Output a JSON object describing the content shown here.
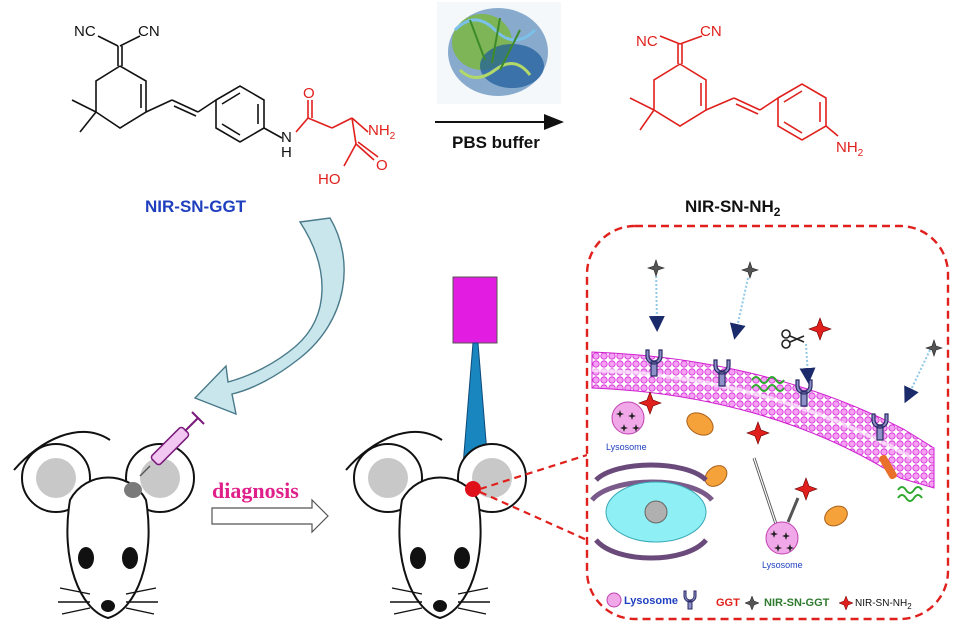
{
  "reactant": {
    "name": "NIR-SN-GGT",
    "name_color": "#1f3fbf",
    "groups": {
      "nc_left": "NC",
      "cn_right": "CN",
      "nh": "N",
      "h": "H",
      "o": "O",
      "nh2": "NH",
      "nh2_sub": "2",
      "hoo": "HO",
      "o2": "O"
    }
  },
  "reaction": {
    "condition": "PBS buffer"
  },
  "product": {
    "name_main": "NIR-SN-NH",
    "name_sub": "2",
    "groups": {
      "nc_left": "NC",
      "cn_right": "CN",
      "nh2": "NH",
      "nh2_sub": "2"
    },
    "color": "#e0201c"
  },
  "diagnosis": {
    "label": "diagnosis",
    "color": "#e0208a"
  },
  "cell": {
    "lysosome_label_1": "Lysosome",
    "lysosome_label_2": "Lysosome"
  },
  "legend": {
    "lysosome": "Lysosome",
    "ggt": "GGT",
    "probe": "NIR-SN-GGT",
    "product": "NIR-SN-NH",
    "product_sub": "2"
  },
  "colors": {
    "probe": "#2f7a2f",
    "ggt": "#e0201c",
    "lyso_text": "#1f3fbf",
    "border": "#e0201c",
    "membrane": "#e040e8"
  }
}
